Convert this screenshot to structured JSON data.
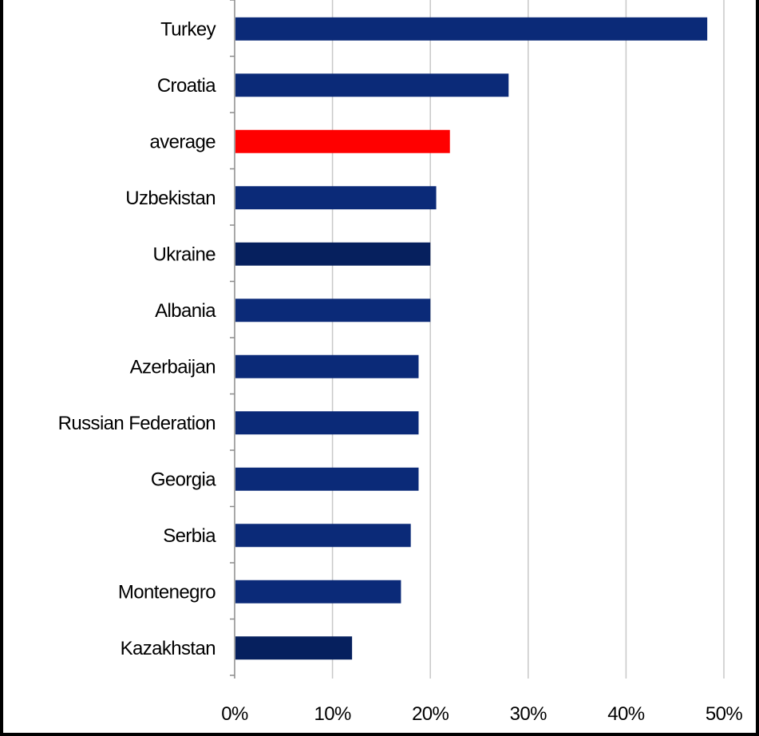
{
  "chart_data": {
    "type": "bar",
    "orientation": "horizontal",
    "categories": [
      "Turkey",
      "Croatia",
      "average",
      "Uzbekistan",
      "Ukraine",
      "Albania",
      "Azerbaijan",
      "Russian Federation",
      "Georgia",
      "Serbia",
      "Montenegro",
      "Kazakhstan"
    ],
    "values": [
      48.3,
      28.0,
      22.0,
      20.6,
      20.0,
      20.0,
      18.8,
      18.8,
      18.8,
      18.0,
      17.0,
      12.0
    ],
    "bar_colors": [
      "#0b2a78",
      "#0b2a78",
      "#ff0000",
      "#0b2a78",
      "#06205e",
      "#0b2a78",
      "#0b2a78",
      "#0b2a78",
      "#0b2a78",
      "#0b2a78",
      "#0b2a78",
      "#06205e"
    ],
    "xlim": [
      0,
      50
    ],
    "xticks": [
      0,
      10,
      20,
      30,
      40,
      50
    ],
    "xtick_labels": [
      "0%",
      "10%",
      "20%",
      "30%",
      "40%",
      "50%"
    ],
    "grid": true,
    "title": "",
    "xlabel": "",
    "ylabel": ""
  }
}
